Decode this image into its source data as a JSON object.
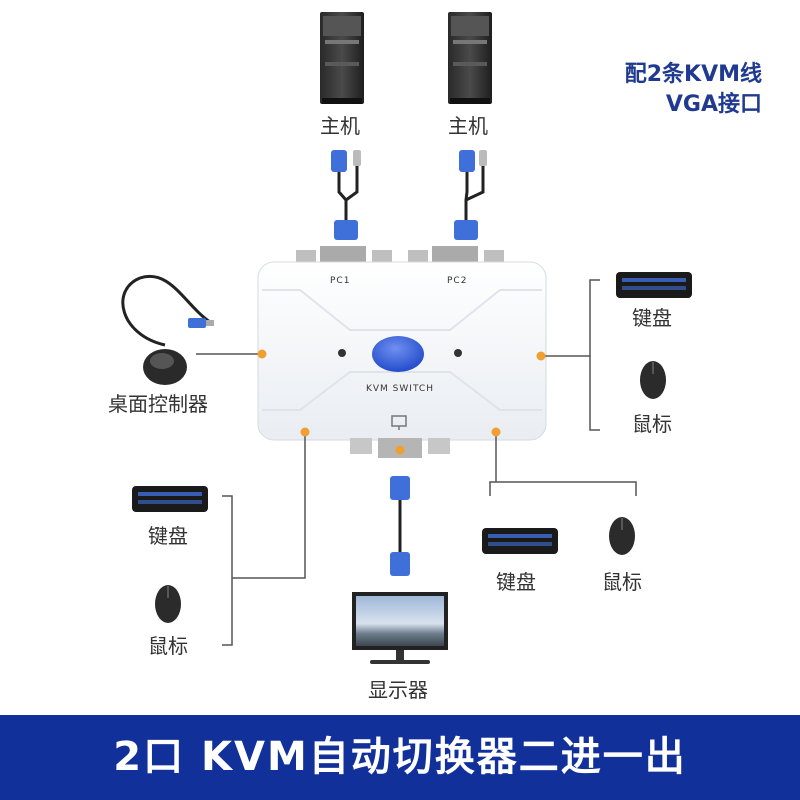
{
  "note": {
    "line1": "配2条KVM线",
    "line2": "VGA接口"
  },
  "hosts": [
    {
      "label": "主机"
    },
    {
      "label": "主机"
    }
  ],
  "switch": {
    "port1_label": "PC1",
    "port2_label": "PC2",
    "body_label": "KVM SWITCH"
  },
  "desktop_controller": {
    "label": "桌面控制器"
  },
  "right_console": {
    "keyboard_label": "键盘",
    "mouse_label": "鼠标"
  },
  "left_console": {
    "keyboard_label": "键盘",
    "mouse_label": "鼠标"
  },
  "bottom_console": {
    "keyboard_label": "键盘",
    "mouse_label": "鼠标"
  },
  "monitor": {
    "label": "显示器"
  },
  "banner": {
    "text": "2口 KVM自动切换器二进一出"
  },
  "colors": {
    "brand_blue": "#12309a",
    "vga_blue": "#3f6fd8",
    "dot_orange": "#f0a030"
  }
}
